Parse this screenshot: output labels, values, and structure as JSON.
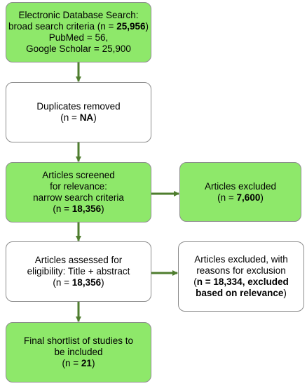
{
  "flow": {
    "search": {
      "line1": "Electronic Database Search:",
      "line2_prefix": "broad search criteria (n = ",
      "line2_value": "25,956",
      "line2_suffix": ")",
      "line3": "PubMed = 56,",
      "line4": "Google Scholar = 25,900"
    },
    "duplicates": {
      "line1": "Duplicates removed",
      "line2_prefix": "(n = ",
      "line2_value": "NA",
      "line2_suffix": ")"
    },
    "screened": {
      "line1": "Articles screened",
      "line2": "for relevance:",
      "line3": "narrow search criteria",
      "line4_prefix": "(n = ",
      "line4_value": "18,356",
      "line4_suffix": ")"
    },
    "assessed": {
      "line1": "Articles assessed for",
      "line2": "eligibility: Title + abstract",
      "line3_prefix": "(n = ",
      "line3_value": "18,356",
      "line3_suffix": ")"
    },
    "final": {
      "line1": "Final shortlist of studies to",
      "line2": "be included",
      "line3_prefix": "(n = ",
      "line3_value": "21",
      "line3_suffix": ")"
    },
    "excluded1": {
      "line1": "Articles excluded",
      "line2_prefix": "(n = ",
      "line2_value": "7,600",
      "line2_suffix": ")"
    },
    "excluded2": {
      "line1": "Articles excluded, with",
      "line2": "reasons for exclusion",
      "line3_prefix": "(",
      "line3_value": "n = 18,334, excluded",
      "line4_value": "based on relevance",
      "line4_suffix": ")"
    }
  },
  "colors": {
    "box_fill_green": "#8ee86a",
    "box_fill_white": "#ffffff",
    "box_border": "#8c8c8c",
    "arrow": "#4e7d2e"
  }
}
